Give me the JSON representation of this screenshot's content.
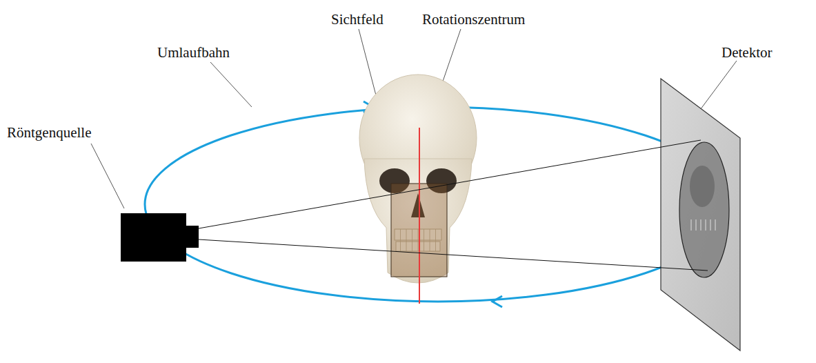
{
  "diagram": {
    "labels": [
      "Umlaufbahn",
      "Sichtfeld",
      "Rotationszentrum",
      "Röntgenquelle",
      "Detektor"
    ]
  }
}
